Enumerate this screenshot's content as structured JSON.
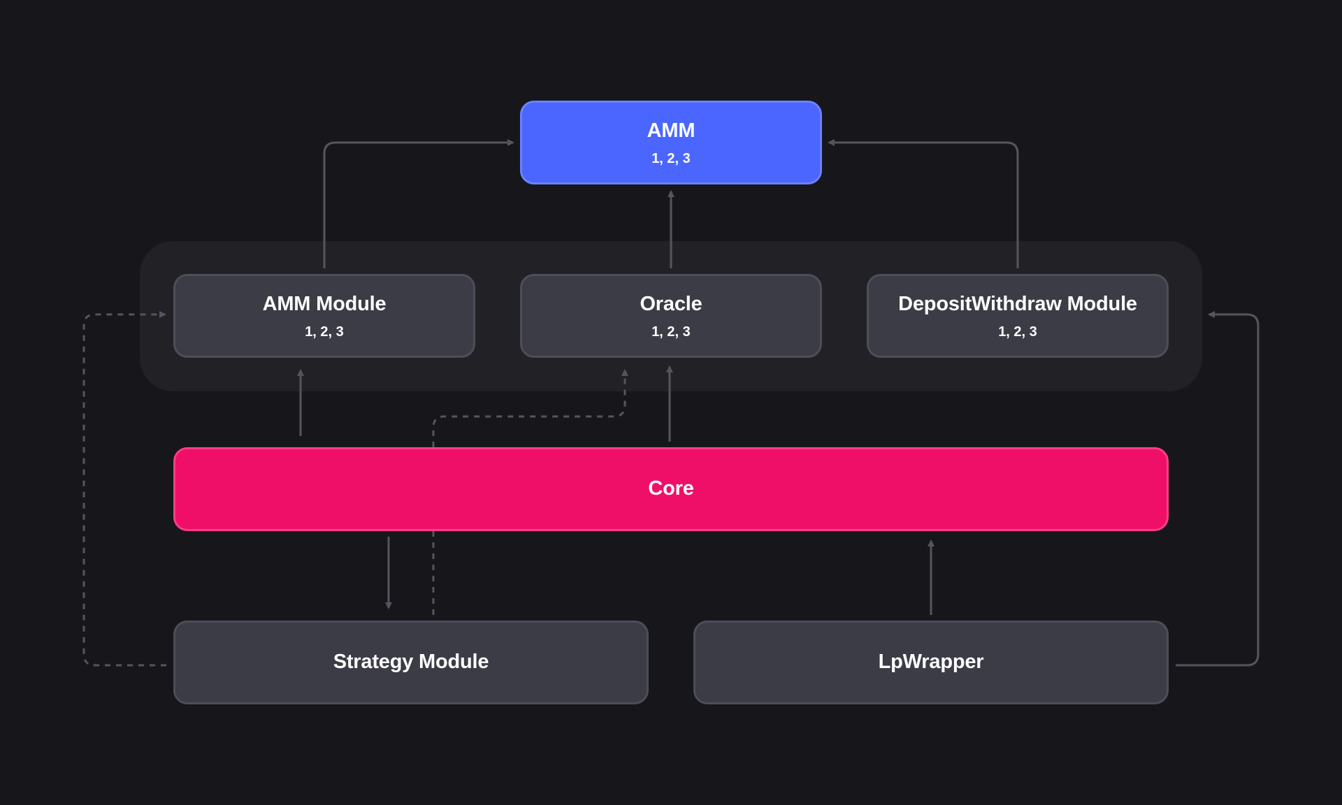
{
  "diagram": {
    "nodes": {
      "amm": {
        "title": "AMM",
        "versions": "1, 2, 3"
      },
      "amm_module": {
        "title": "AMM Module",
        "versions": "1, 2, 3"
      },
      "oracle": {
        "title": "Oracle",
        "versions": "1, 2, 3"
      },
      "deposit_withdraw_module": {
        "title": "DepositWithdraw Module",
        "versions": "1, 2, 3"
      },
      "core": {
        "title": "Core"
      },
      "strategy_module": {
        "title": "Strategy Module"
      },
      "lp_wrapper": {
        "title": "LpWrapper"
      }
    },
    "edges": [
      {
        "from": "AMM Module",
        "to": "AMM",
        "style": "solid"
      },
      {
        "from": "Oracle",
        "to": "AMM",
        "style": "solid"
      },
      {
        "from": "DepositWithdraw Module",
        "to": "AMM",
        "style": "solid"
      },
      {
        "from": "Core",
        "to": "AMM Module",
        "style": "solid"
      },
      {
        "from": "Core",
        "to": "Oracle",
        "style": "solid"
      },
      {
        "from": "Core",
        "to": "Strategy Module",
        "style": "solid"
      },
      {
        "from": "LpWrapper",
        "to": "Core",
        "style": "solid"
      },
      {
        "from": "LpWrapper",
        "to": "DepositWithdraw Module",
        "style": "solid"
      },
      {
        "from": "Strategy Module",
        "to": "AMM Module",
        "style": "dashed"
      },
      {
        "from": "Strategy Module",
        "to": "Oracle",
        "style": "dashed"
      }
    ]
  },
  "colors": {
    "background": "#17171b",
    "group_panel": "#222226",
    "module_fill": "#3c3c47",
    "amm_fill": "#4a66ff",
    "core_fill": "#ef0f68",
    "connector": "#55555f"
  }
}
